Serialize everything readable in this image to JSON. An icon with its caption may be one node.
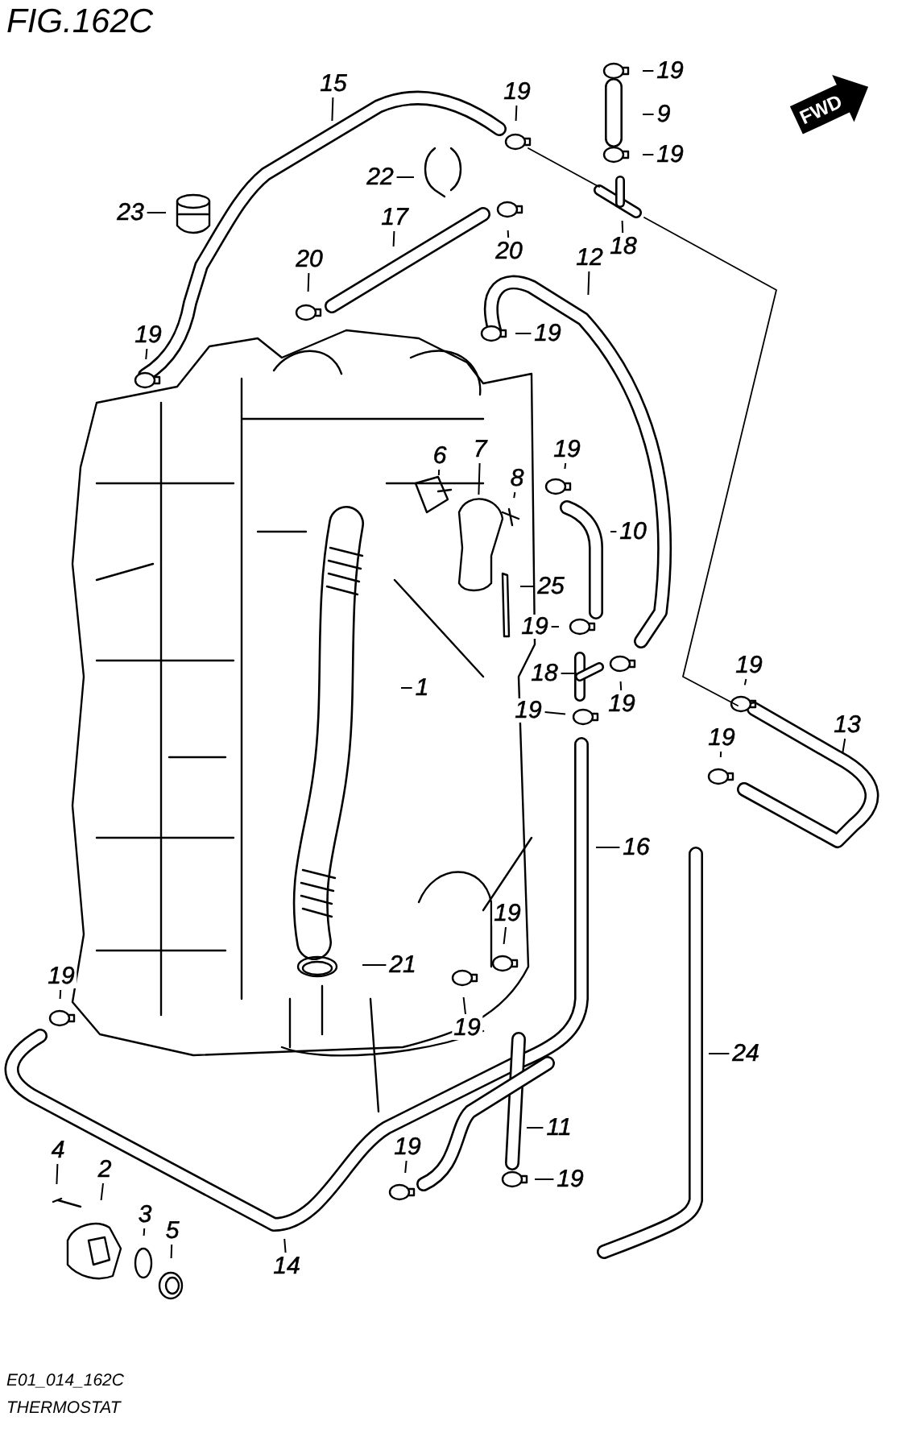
{
  "diagram": {
    "title": "FIG.162C",
    "nodes": [
      {
        "text": [
          "15"
        ]
      },
      {
        "text": [
          "19"
        ]
      },
      {
        "text": [
          "19"
        ]
      },
      {
        "text": [
          "9"
        ]
      },
      {
        "text": [
          "19"
        ]
      },
      {
        "text": [
          "22"
        ]
      },
      {
        "text": [
          "23"
        ]
      },
      {
        "text": [
          "17"
        ]
      },
      {
        "text": [
          "18"
        ]
      },
      {
        "text": [
          "20"
        ]
      },
      {
        "text": [
          "20"
        ]
      },
      {
        "text": [
          "12"
        ]
      },
      {
        "text": [
          "19"
        ]
      },
      {
        "text": [
          "19"
        ]
      },
      {
        "text": [
          "6"
        ]
      },
      {
        "text": [
          "7"
        ]
      },
      {
        "text": [
          "8"
        ]
      },
      {
        "text": [
          "19"
        ]
      },
      {
        "text": [
          "10"
        ]
      },
      {
        "text": [
          "25"
        ]
      },
      {
        "text": [
          "19"
        ]
      },
      {
        "text": [
          "18"
        ]
      },
      {
        "text": [
          "19"
        ]
      },
      {
        "text": [
          "1"
        ]
      },
      {
        "text": [
          "19"
        ]
      },
      {
        "text": [
          "19"
        ]
      },
      {
        "text": [
          "13"
        ]
      },
      {
        "text": [
          "19"
        ]
      },
      {
        "text": [
          "16"
        ]
      },
      {
        "text": [
          "19"
        ]
      },
      {
        "text": [
          "21"
        ]
      },
      {
        "text": [
          "19"
        ]
      },
      {
        "text": [
          "19"
        ]
      },
      {
        "text": [
          "24"
        ]
      },
      {
        "text": [
          "11"
        ]
      },
      {
        "text": [
          "19"
        ]
      },
      {
        "text": [
          "19"
        ]
      },
      {
        "text": [
          "14"
        ]
      },
      {
        "text": [
          "4"
        ]
      },
      {
        "text": [
          "2"
        ]
      },
      {
        "text": [
          "3"
        ]
      },
      {
        "text": [
          "5"
        ]
      }
    ],
    "edges": [
      {
        "from": 0,
        "to": null,
        "arrow": "none"
      },
      {
        "from": 1,
        "to": null,
        "arrow": "none"
      },
      {
        "from": 2,
        "to": null,
        "arrow": "none"
      },
      {
        "from": 3,
        "to": null,
        "arrow": "none"
      },
      {
        "from": 4,
        "to": null,
        "arrow": "none"
      },
      {
        "from": 5,
        "to": null,
        "arrow": "none"
      },
      {
        "from": 6,
        "to": null,
        "arrow": "none"
      },
      {
        "from": 7,
        "to": null,
        "arrow": "none"
      },
      {
        "from": 8,
        "to": null,
        "arrow": "none"
      },
      {
        "from": 9,
        "to": null,
        "arrow": "none"
      },
      {
        "from": 10,
        "to": null,
        "arrow": "none"
      },
      {
        "from": 11,
        "to": null,
        "arrow": "none"
      },
      {
        "from": 12,
        "to": null,
        "arrow": "none"
      },
      {
        "from": 13,
        "to": null,
        "arrow": "none"
      },
      {
        "from": 14,
        "to": null,
        "arrow": "none"
      },
      {
        "from": 15,
        "to": null,
        "arrow": "none"
      },
      {
        "from": 16,
        "to": null,
        "arrow": "none"
      },
      {
        "from": 17,
        "to": null,
        "arrow": "none"
      },
      {
        "from": 18,
        "to": null,
        "arrow": "none"
      },
      {
        "from": 19,
        "to": null,
        "arrow": "none"
      },
      {
        "from": 20,
        "to": null,
        "arrow": "none"
      },
      {
        "from": 21,
        "to": null,
        "arrow": "none"
      },
      {
        "from": 22,
        "to": null,
        "arrow": "none"
      },
      {
        "from": 23,
        "to": null,
        "arrow": "none"
      },
      {
        "from": 24,
        "to": null,
        "arrow": "none"
      },
      {
        "from": 25,
        "to": null,
        "arrow": "none"
      },
      {
        "from": 26,
        "to": null,
        "arrow": "none"
      },
      {
        "from": 27,
        "to": null,
        "arrow": "none"
      },
      {
        "from": 28,
        "to": null,
        "arrow": "none"
      },
      {
        "from": 29,
        "to": null,
        "arrow": "none"
      },
      {
        "from": 30,
        "to": null,
        "arrow": "none"
      },
      {
        "from": 31,
        "to": null,
        "arrow": "none"
      },
      {
        "from": 32,
        "to": null,
        "arrow": "none"
      },
      {
        "from": 33,
        "to": null,
        "arrow": "none"
      },
      {
        "from": 34,
        "to": null,
        "arrow": "none"
      },
      {
        "from": 35,
        "to": null,
        "arrow": "none"
      },
      {
        "from": 36,
        "to": null,
        "arrow": "none"
      },
      {
        "from": 37,
        "to": null,
        "arrow": "none"
      },
      {
        "from": 38,
        "to": null,
        "arrow": "none"
      },
      {
        "from": 39,
        "to": null,
        "arrow": "none"
      },
      {
        "from": 40,
        "to": null,
        "arrow": "none"
      },
      {
        "from": 41,
        "to": null,
        "arrow": "none"
      }
    ],
    "labels": [
      "FWD",
      "E01_014_162C",
      "THERMOSTAT"
    ]
  }
}
